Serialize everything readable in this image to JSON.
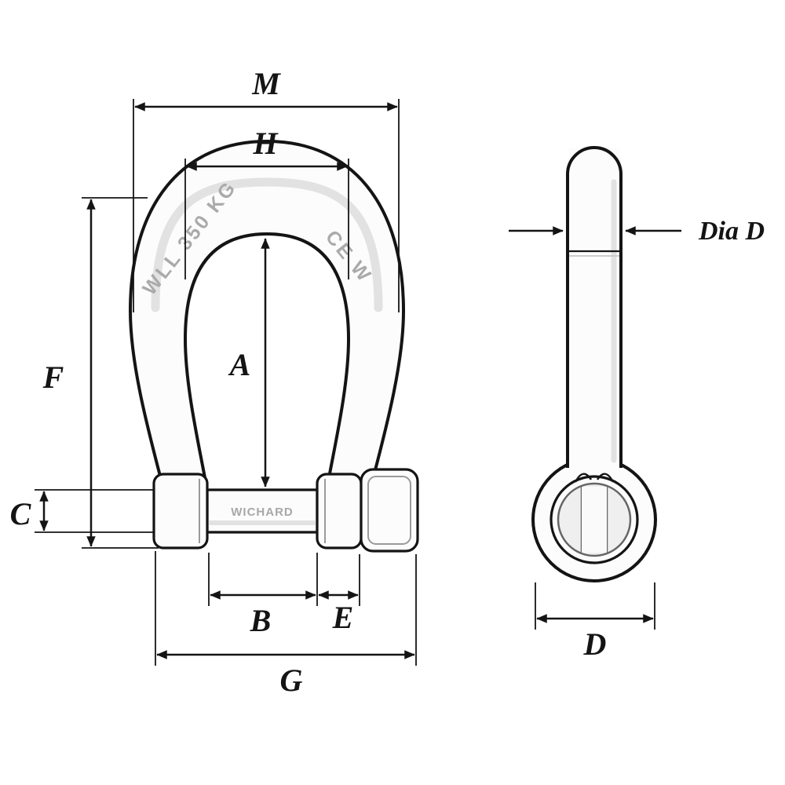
{
  "dimensions": {
    "M": "M",
    "H": "H",
    "A": "A",
    "F": "F",
    "C": "C",
    "B": "B",
    "E": "E",
    "G": "G",
    "D": "D",
    "dia_d": "Dia D"
  },
  "engravings": {
    "bow_left": "WLL 350 KG",
    "bow_right": "CE W",
    "pin": "WICHARD"
  },
  "colors": {
    "line": "#141414",
    "background": "#ffffff",
    "engraving": "#aaaaaa"
  }
}
